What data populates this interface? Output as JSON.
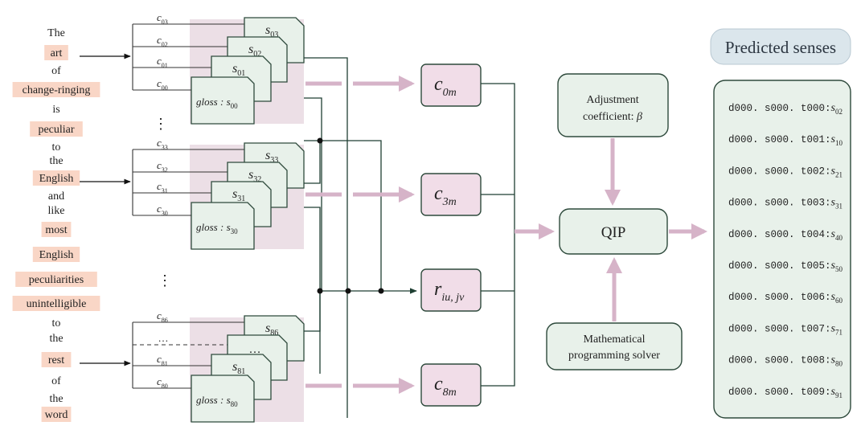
{
  "sentence": {
    "words": [
      {
        "text": "The",
        "highlight": false
      },
      {
        "text": "art",
        "highlight": true
      },
      {
        "text": "of",
        "highlight": false
      },
      {
        "text": "change-ringing",
        "highlight": true
      },
      {
        "text": "is",
        "highlight": false
      },
      {
        "text": "peculiar",
        "highlight": true
      },
      {
        "text": "to",
        "highlight": false
      },
      {
        "text": "the",
        "highlight": false
      },
      {
        "text": "English",
        "highlight": true
      },
      {
        "text": "and",
        "highlight": false
      },
      {
        "text": "like",
        "highlight": false
      },
      {
        "text": "most",
        "highlight": true
      },
      {
        "text": "English",
        "highlight": true
      },
      {
        "text": "peculiarities",
        "highlight": true
      },
      {
        "text": "unintelligible",
        "highlight": true
      },
      {
        "text": "to",
        "highlight": false
      },
      {
        "text": "the",
        "highlight": false
      },
      {
        "text": "rest",
        "highlight": true
      },
      {
        "text": "of",
        "highlight": false
      },
      {
        "text": "the",
        "highlight": false
      },
      {
        "text": "word",
        "highlight": true
      }
    ]
  },
  "stacks": [
    {
      "c_labels": [
        {
          "base": "c",
          "sub": "03"
        },
        {
          "base": "c",
          "sub": "02"
        },
        {
          "base": "c",
          "sub": "01"
        },
        {
          "base": "c",
          "sub": "00"
        }
      ],
      "cards": [
        {
          "base": "s",
          "sub": "03"
        },
        {
          "base": "s",
          "sub": "02"
        },
        {
          "base": "s",
          "sub": "01"
        }
      ],
      "gloss": {
        "prefix": "gloss : ",
        "base": "s",
        "sub": "00"
      }
    },
    {
      "c_labels": [
        {
          "base": "c",
          "sub": "33"
        },
        {
          "base": "c",
          "sub": "32"
        },
        {
          "base": "c",
          "sub": "31"
        },
        {
          "base": "c",
          "sub": "30"
        }
      ],
      "cards": [
        {
          "base": "s",
          "sub": "33"
        },
        {
          "base": "s",
          "sub": "32"
        },
        {
          "base": "s",
          "sub": "31"
        }
      ],
      "gloss": {
        "prefix": "gloss : ",
        "base": "s",
        "sub": "30"
      }
    },
    {
      "c_labels": [
        {
          "base": "c",
          "sub": "86"
        },
        {
          "base": "",
          "sub": "",
          "text": "…"
        },
        {
          "base": "c",
          "sub": "81"
        },
        {
          "base": "c",
          "sub": "80"
        }
      ],
      "cards": [
        {
          "base": "s",
          "sub": "86"
        },
        {
          "base": "",
          "sub": "",
          "text": "…"
        },
        {
          "base": "s",
          "sub": "81"
        }
      ],
      "gloss": {
        "prefix": "gloss : ",
        "base": "s",
        "sub": "80"
      }
    }
  ],
  "ellipsis": "⋮",
  "c_boxes": [
    {
      "base": "c",
      "sub": "0m"
    },
    {
      "base": "c",
      "sub": "3m"
    },
    {
      "base": "r",
      "sub": "iu, jv"
    },
    {
      "base": "c",
      "sub": "8m"
    }
  ],
  "adjustment": {
    "line1": "Adjustment",
    "line2": "coefficient: ",
    "symbol": "β"
  },
  "qip": {
    "label": "QIP"
  },
  "solver": {
    "line1": "Mathematical",
    "line2": "programming solver"
  },
  "predicted": {
    "title": "Predicted senses",
    "items": [
      {
        "id": "d000. s000. t000:",
        "sense": "s",
        "sub": "02"
      },
      {
        "id": "d000. s000. t001:",
        "sense": "s",
        "sub": "10"
      },
      {
        "id": "d000. s000. t002:",
        "sense": "s",
        "sub": "21"
      },
      {
        "id": "d000. s000. t003:",
        "sense": "s",
        "sub": "31"
      },
      {
        "id": "d000. s000. t004:",
        "sense": "s",
        "sub": "40"
      },
      {
        "id": "d000. s000. t005:",
        "sense": "s",
        "sub": "50"
      },
      {
        "id": "d000. s000. t006:",
        "sense": "s",
        "sub": "60"
      },
      {
        "id": "d000. s000. t007:",
        "sense": "s",
        "sub": "71"
      },
      {
        "id": "d000. s000. t008:",
        "sense": "s",
        "sub": "80"
      },
      {
        "id": "d000. s000. t009:",
        "sense": "s",
        "sub": "91"
      }
    ]
  },
  "colors": {
    "highlight": "#f9d6c6",
    "box_fill": "#e8f1ea",
    "box_stroke": "#2e4a3c",
    "pink_panel": "#ecdfe6",
    "pink_arrow": "#d6b3c8",
    "c_box_fill": "#f1dde8",
    "title_fill": "#dbe6ec"
  }
}
